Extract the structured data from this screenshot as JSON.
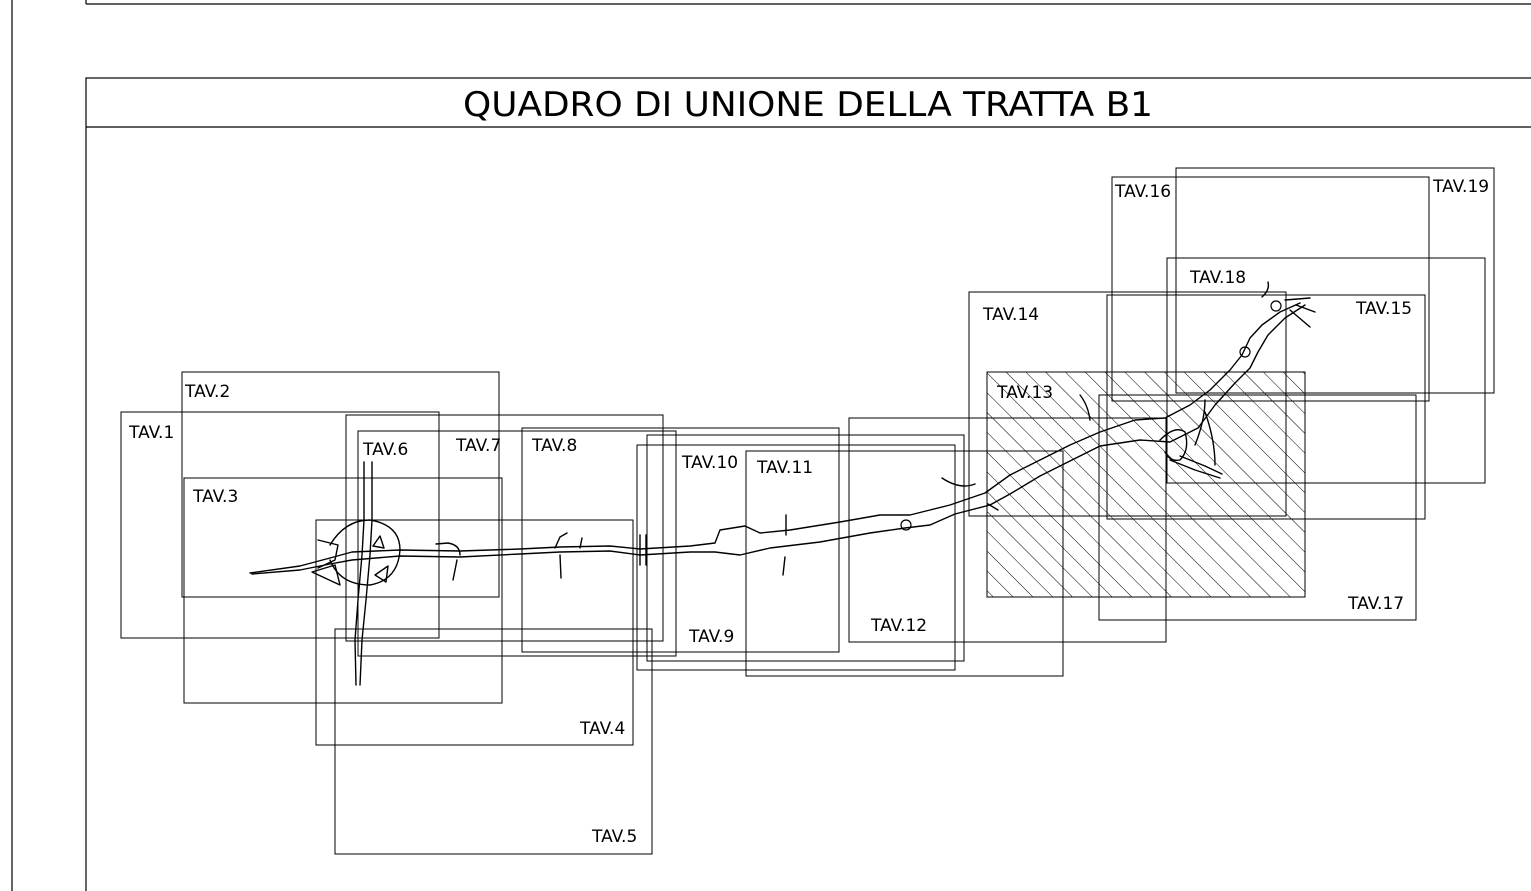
{
  "title": "QUADRO DI UNIONE DELLA TRATTA B1",
  "sheets": [
    {
      "id": "tav-1",
      "label": "TAV.1"
    },
    {
      "id": "tav-2",
      "label": "TAV.2"
    },
    {
      "id": "tav-3",
      "label": "TAV.3"
    },
    {
      "id": "tav-4",
      "label": "TAV.4"
    },
    {
      "id": "tav-5",
      "label": "TAV.5"
    },
    {
      "id": "tav-6",
      "label": "TAV.6"
    },
    {
      "id": "tav-7",
      "label": "TAV.7"
    },
    {
      "id": "tav-8",
      "label": "TAV.8"
    },
    {
      "id": "tav-9",
      "label": "TAV.9"
    },
    {
      "id": "tav-10",
      "label": "TAV.10"
    },
    {
      "id": "tav-11",
      "label": "TAV.11"
    },
    {
      "id": "tav-12",
      "label": "TAV.12"
    },
    {
      "id": "tav-13",
      "label": "TAV.13",
      "highlighted": true
    },
    {
      "id": "tav-14",
      "label": "TAV.14"
    },
    {
      "id": "tav-15",
      "label": "TAV.15"
    },
    {
      "id": "tav-16",
      "label": "TAV.16"
    },
    {
      "id": "tav-17",
      "label": "TAV.17"
    },
    {
      "id": "tav-18",
      "label": "TAV.18"
    },
    {
      "id": "tav-19",
      "label": "TAV.19"
    }
  ],
  "colors": {
    "line": "#000000",
    "background": "#ffffff"
  }
}
